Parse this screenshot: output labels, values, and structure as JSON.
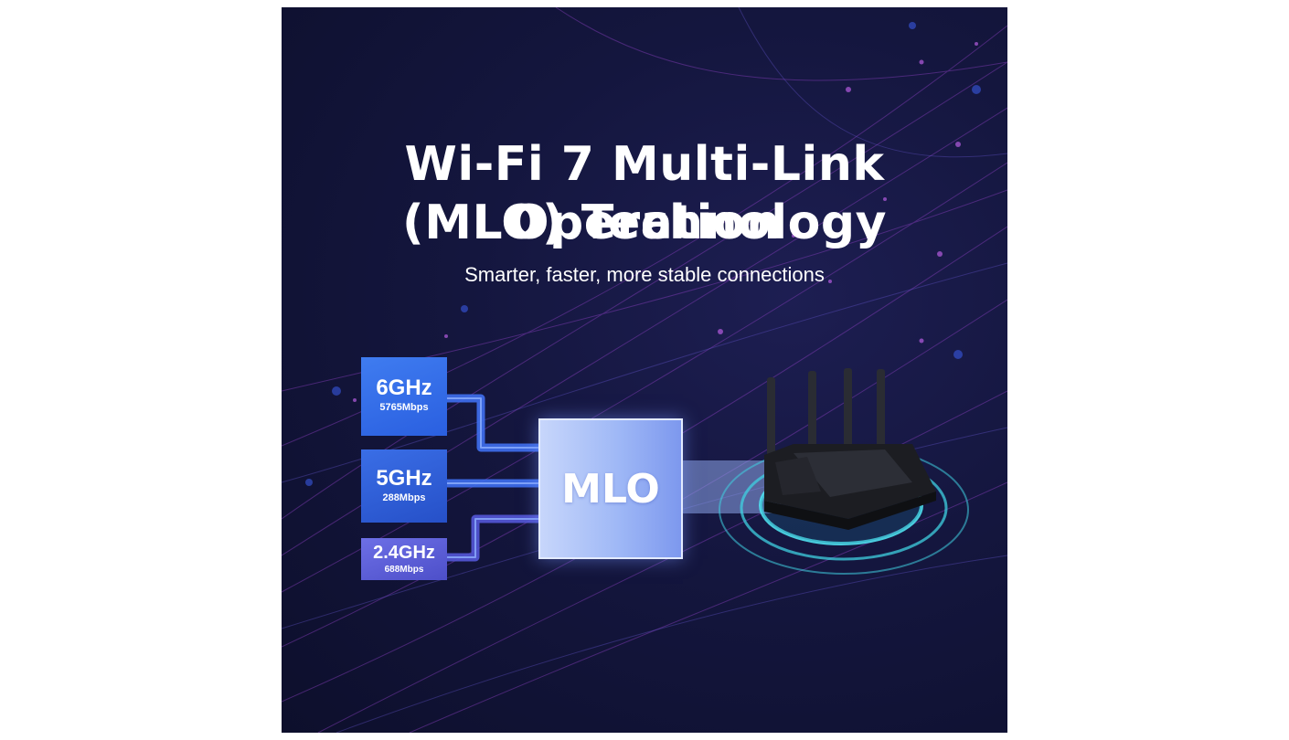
{
  "title_line1": "Wi-Fi 7 Multi-Link Operation",
  "title_line2": "(MLO) Technology",
  "subtitle": "Smarter, faster, more stable connections",
  "bands": [
    {
      "freq": "6GHz",
      "rate": "5765Mbps"
    },
    {
      "freq": "5GHz",
      "rate": "288Mbps"
    },
    {
      "freq": "2.4GHz",
      "rate": "688Mbps"
    }
  ],
  "mlo_label": "MLO",
  "colors": {
    "background": "#14163e",
    "band_6ghz": "#3f7cf0",
    "band_5ghz": "#2f62dc",
    "band_24ghz": "#5e60dc",
    "mlo_box": "#a9bff7",
    "router_glow": "#3fd0e0"
  }
}
